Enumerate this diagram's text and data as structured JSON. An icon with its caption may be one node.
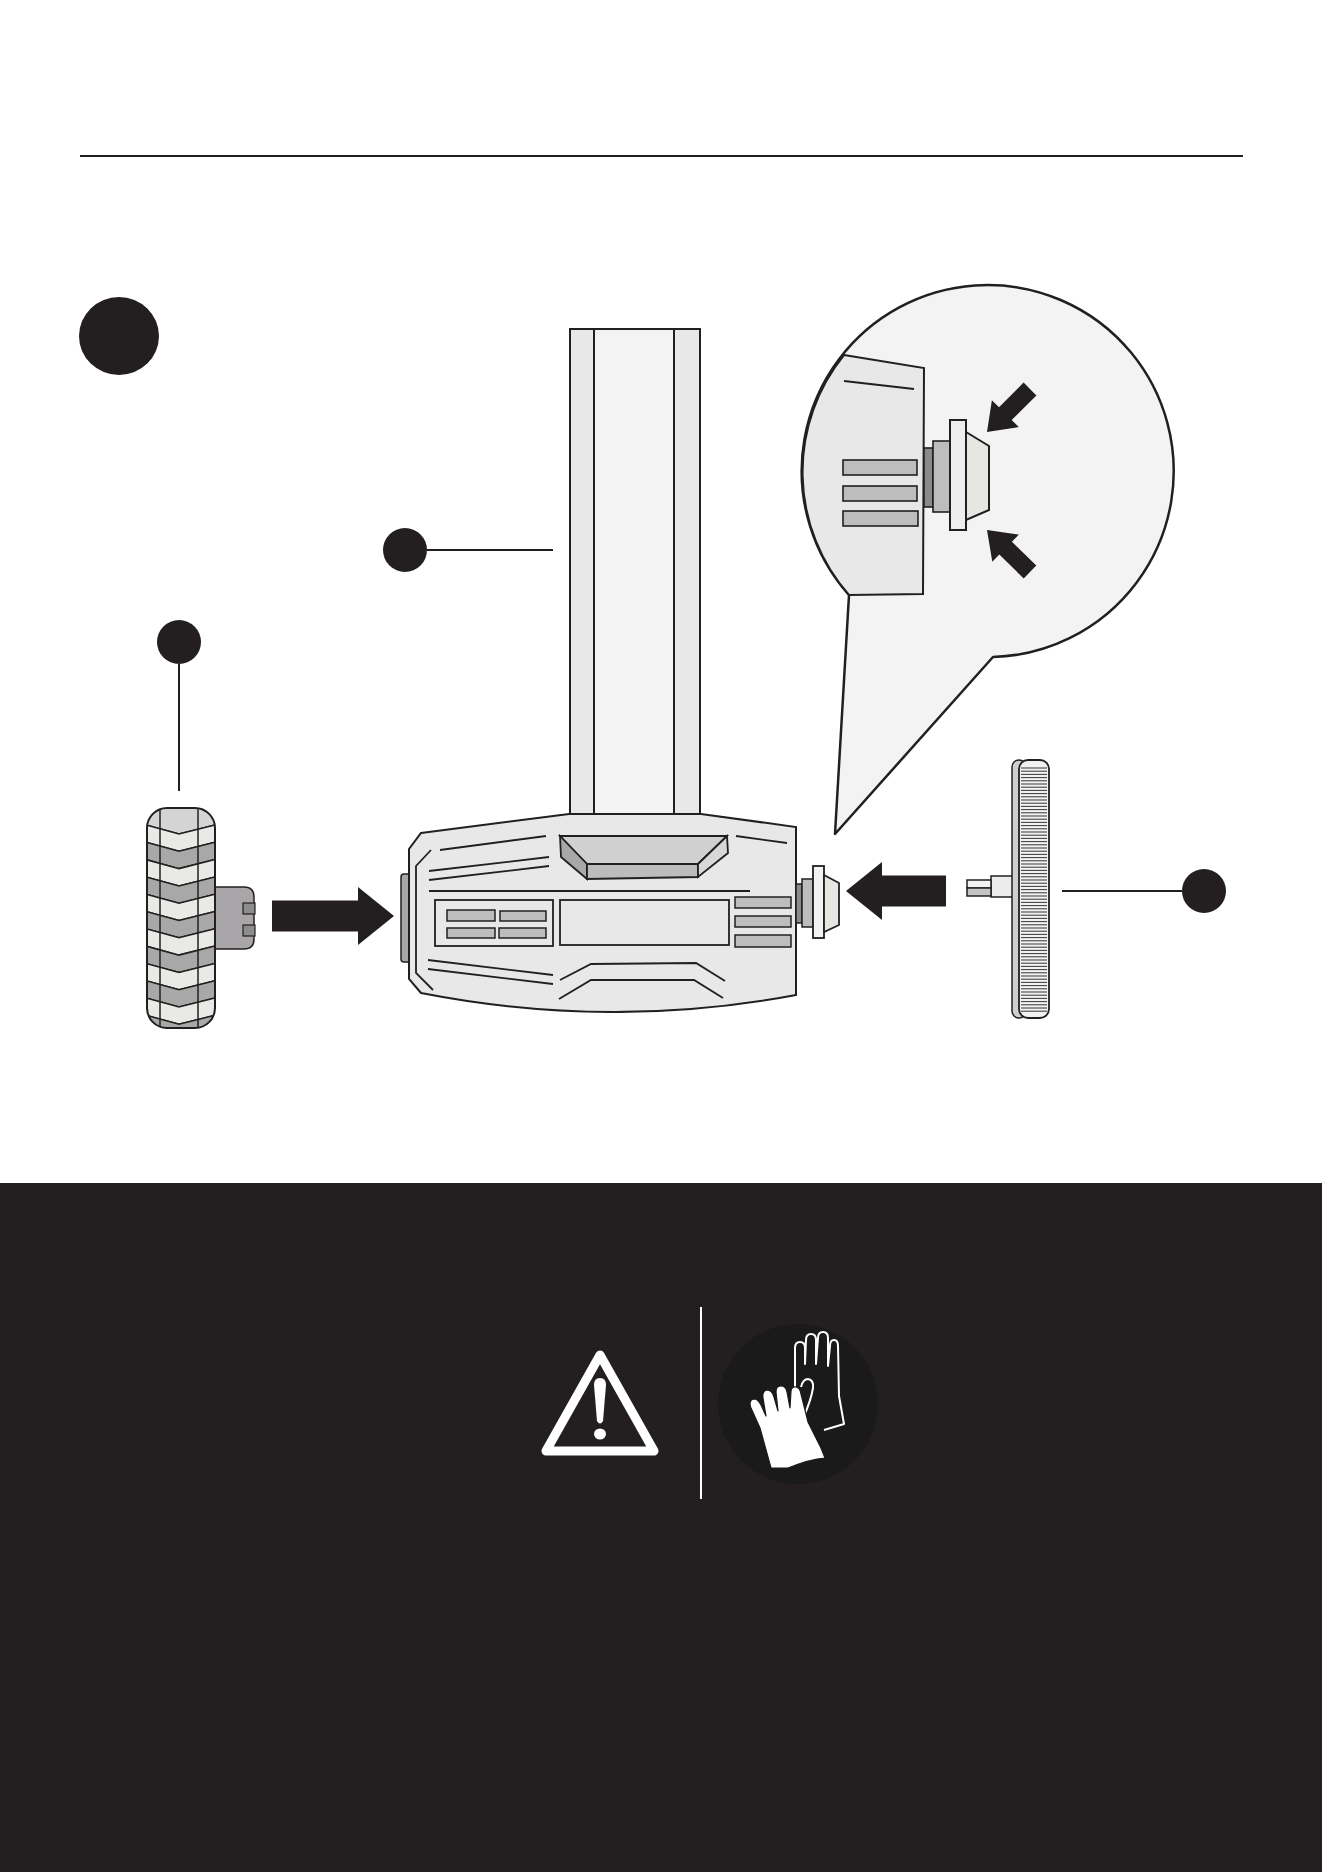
{
  "diagram": {
    "nodes": [
      {
        "text": [],
        "shape": "circle"
      },
      {
        "text": [],
        "shape": "circle"
      },
      {
        "text": [],
        "shape": "picture"
      },
      {
        "text": [],
        "shape": "circle"
      },
      {
        "text": [],
        "shape": "picture"
      },
      {
        "text": [],
        "shape": "picture"
      },
      {
        "text": [],
        "shape": "picture"
      },
      {
        "text": [],
        "shape": "circle"
      }
    ],
    "edges": [
      {
        "from": 1,
        "to": 2,
        "arrow": "none"
      },
      {
        "from": 3,
        "to": 4,
        "arrow": "none"
      },
      {
        "from": 7,
        "to": 6,
        "arrow": "none"
      },
      {
        "from": 4,
        "to": 5,
        "arrow": "to",
        "style": "thick"
      },
      {
        "from": 6,
        "to": 5,
        "arrow": "to",
        "style": "thick"
      }
    ]
  }
}
